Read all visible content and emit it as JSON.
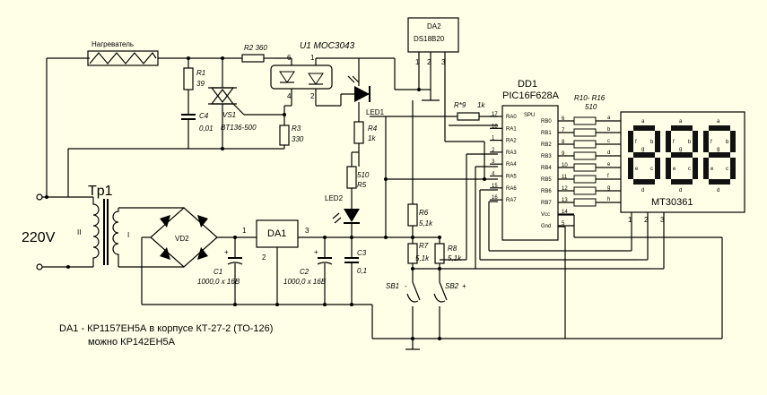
{
  "labels": {
    "heater": "Нагреватель",
    "r2": "R2 360",
    "u1": "U1 MOC3043",
    "r1_name": "R1",
    "r1_val": "39",
    "c4_name": "C4",
    "c4_val": "0,01",
    "vs1_name": "VS1",
    "vs1_val": "BT136-500",
    "r3_name": "R3",
    "r3_val": "330",
    "opto_pins": [
      "6",
      "1",
      "4",
      "2"
    ],
    "tp1": "Tp1",
    "mains": "220V",
    "winding_ii": "II",
    "winding_i": "I",
    "vd2": "VD2",
    "da1": "DA1",
    "da1_pins": [
      "1",
      "2",
      "3"
    ],
    "c1_name": "C1",
    "c1_val": "1000,0 x 16B",
    "c2_name": "C2",
    "c2_val": "1000,0 x 16B",
    "c3_name": "C3",
    "c3_val": "0,1",
    "da2_name": "DA2",
    "da2_part": "DS18B20",
    "da2_pins": [
      "1",
      "2",
      "3"
    ],
    "led1": "LED1",
    "r4_name": "R4",
    "r4_val": "1k",
    "r5_val": "510",
    "r5_name": "R5",
    "led2": "LED2",
    "r9_name": "R*9",
    "r9_val": "1k",
    "r6_name": "R6",
    "r6_val": "5,1k",
    "r7_name": "R7",
    "r7_val": "5,1k",
    "r8_name": "R8",
    "r8_val": "5,1k",
    "sb1": "SB1",
    "sb1_sign": "-",
    "sb2": "SB2",
    "sb2_sign": "+",
    "dd1": "DD1",
    "mcu": "PIC16F628A",
    "r10": "R10- R16",
    "r10_val": "510",
    "display": "MT30361",
    "display_pins": [
      "1",
      "2",
      "3"
    ],
    "note1": "DA1 -  КР1157ЕН5А в корпусе КТ-27-2 (ТО-126)",
    "note2": "можно КР142ЕН5А"
  },
  "mcu_left_pins": [
    {
      "num": "17",
      "name": "RA0"
    },
    {
      "num": "18",
      "name": "RA1"
    },
    {
      "num": "1",
      "name": "RA2"
    },
    {
      "num": "2",
      "name": "RA3"
    },
    {
      "num": "3",
      "name": "RA4"
    },
    {
      "num": "4",
      "name": "RA5"
    },
    {
      "num": "15",
      "name": "RA6"
    },
    {
      "num": "16",
      "name": "RA7"
    }
  ],
  "mcu_right_pins": [
    {
      "num": "6",
      "name": "RB0",
      "seg": "a"
    },
    {
      "num": "7",
      "name": "RB1",
      "seg": "b"
    },
    {
      "num": "8",
      "name": "RB2",
      "seg": "c"
    },
    {
      "num": "9",
      "name": "RB3",
      "seg": "d"
    },
    {
      "num": "10",
      "name": "RB4",
      "seg": "e"
    },
    {
      "num": "11",
      "name": "RB5",
      "seg": "f"
    },
    {
      "num": "12",
      "name": "RB6",
      "seg": "g"
    },
    {
      "num": "13",
      "name": "RB7",
      "seg": "h"
    },
    {
      "num": "14",
      "name": "Vcc",
      "seg": ""
    },
    {
      "num": "5",
      "name": "Gnd",
      "seg": ""
    }
  ],
  "mcu_spu": "SPU",
  "digit_seg_labels": [
    "a",
    "b",
    "c",
    "d",
    "e",
    "f",
    "g"
  ]
}
